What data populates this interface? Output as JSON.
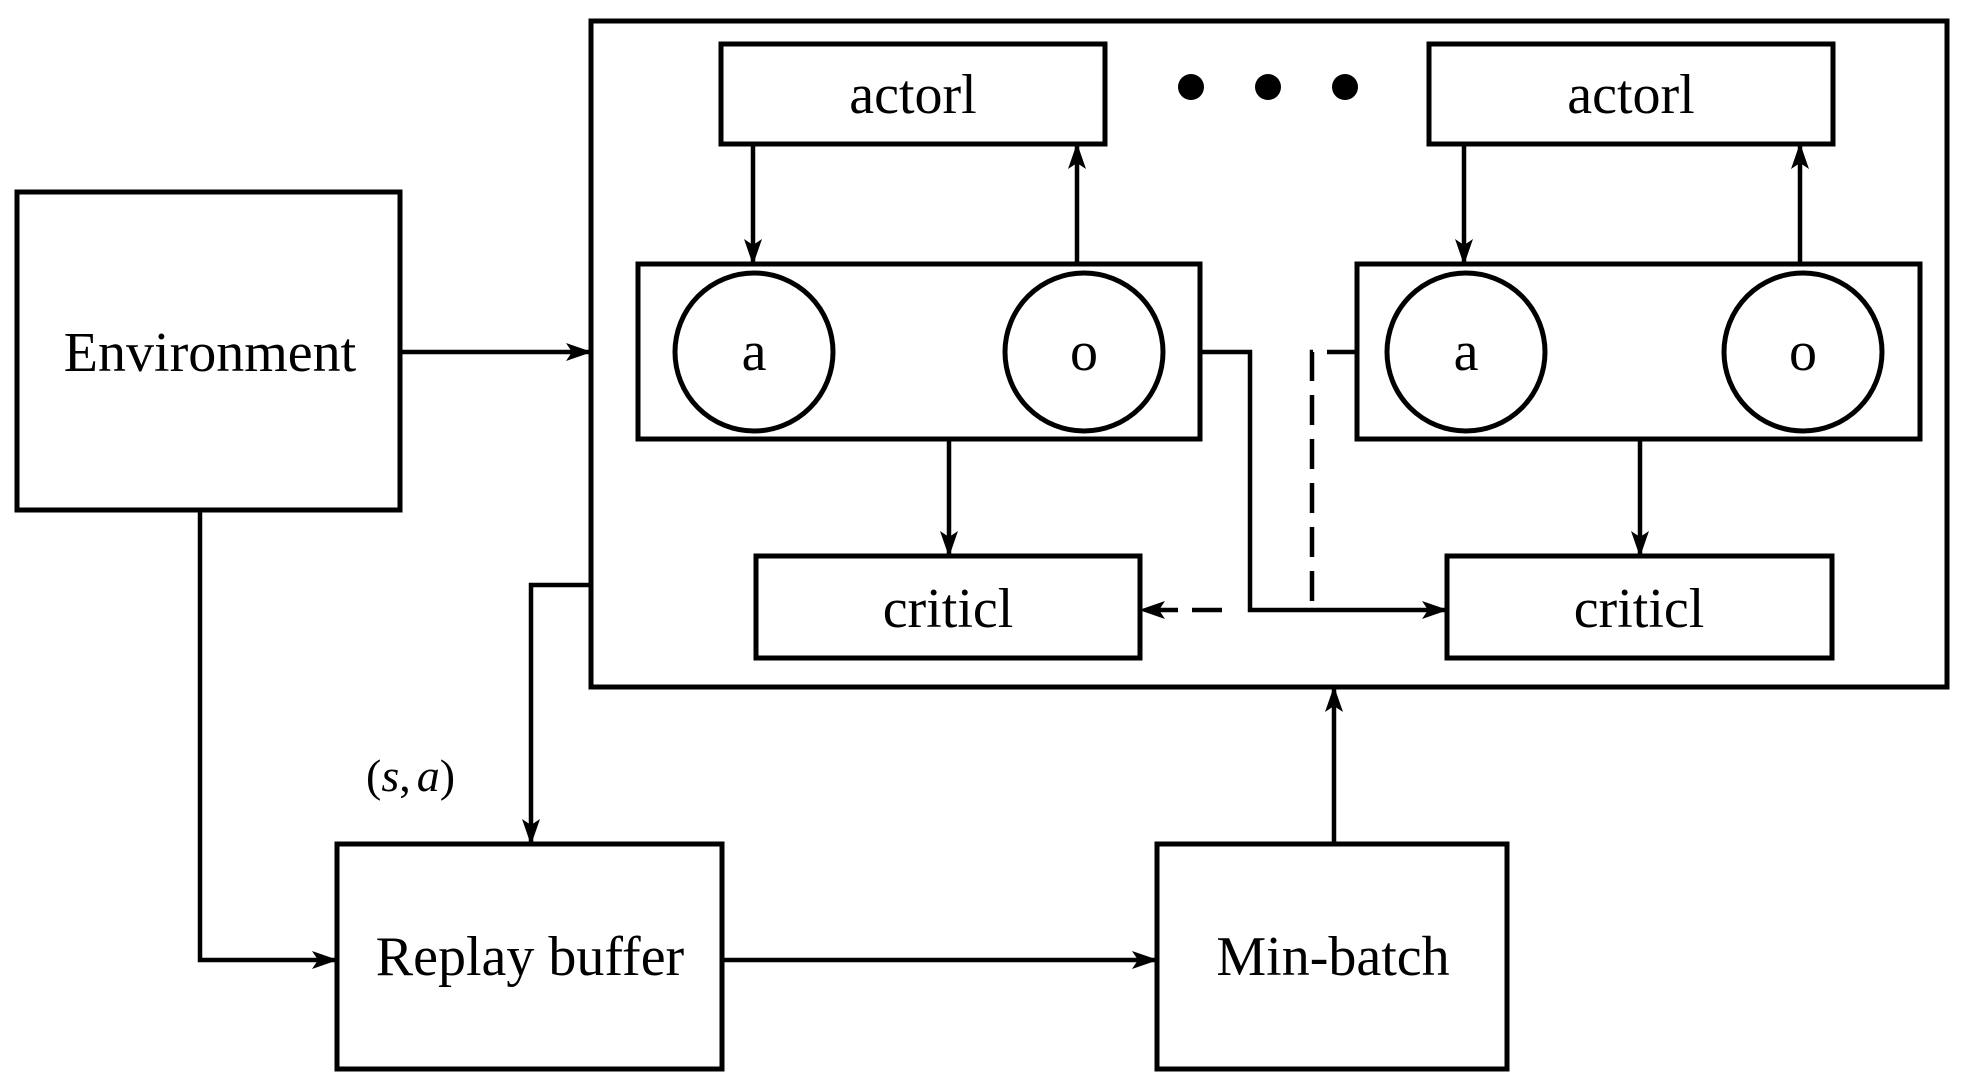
{
  "diagram": {
    "environment": "Environment",
    "replay_buffer": "Replay buffer",
    "min_batch": "Min-batch",
    "sample_label_open": "(",
    "sample_label_s": "s",
    "sample_label_sep": ",",
    "sample_label_a": "a",
    "sample_label_close": ")",
    "agent_1": {
      "actor": "actorl",
      "action": "a",
      "observation": "o",
      "critic": "criticl"
    },
    "agent_n": {
      "actor": "actorl",
      "action": "a",
      "observation": "o",
      "critic": "criticl"
    }
  },
  "colors": {
    "stroke": "#000000",
    "background": "#ffffff"
  }
}
